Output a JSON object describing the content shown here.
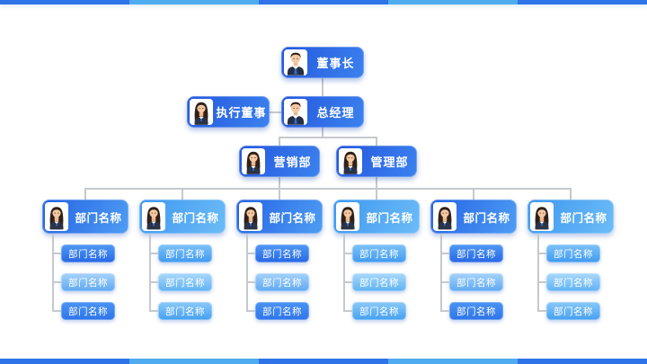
{
  "decor": {
    "bar_color_dark": "#2e73e8",
    "bar_color_light": "#4facf0",
    "connector_color": "#c5c9ce",
    "primary_box_color": "#2357dd",
    "secondary_box_color": "#4e9df4"
  },
  "org": {
    "level1": {
      "label": "董事长",
      "avatar": "male"
    },
    "level2": [
      {
        "label": "执行董事",
        "avatar": "female"
      },
      {
        "label": "总经理",
        "avatar": "male"
      }
    ],
    "level3": [
      {
        "label": "营销部",
        "avatar": "female"
      },
      {
        "label": "管理部",
        "avatar": "female"
      }
    ],
    "departments": [
      {
        "label": "部门名称",
        "avatar": "female",
        "children": [
          "部门名称",
          "部门名称",
          "部门名称"
        ]
      },
      {
        "label": "部门名称",
        "avatar": "female",
        "children": [
          "部门名称",
          "部门名称",
          "部门名称"
        ]
      },
      {
        "label": "部门名称",
        "avatar": "female",
        "children": [
          "部门名称",
          "部门名称",
          "部门名称"
        ]
      },
      {
        "label": "部门名称",
        "avatar": "female",
        "children": [
          "部门名称",
          "部门名称",
          "部门名称"
        ]
      },
      {
        "label": "部门名称",
        "avatar": "female",
        "children": [
          "部门名称",
          "部门名称",
          "部门名称"
        ]
      },
      {
        "label": "部门名称",
        "avatar": "female",
        "children": [
          "部门名称",
          "部门名称",
          "部门名称"
        ]
      }
    ]
  }
}
